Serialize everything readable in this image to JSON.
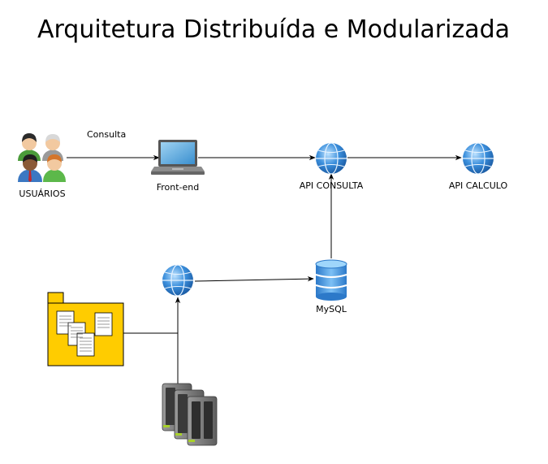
{
  "diagram": {
    "title": "Arquitetura Distribuída e Modularizada",
    "nodes": {
      "users": "USUÁRIOS",
      "frontend": "Front-end",
      "api_consulta": "API CONSULTA",
      "api_calculo": "API CALCULO",
      "mysql": "MySQL"
    },
    "edges": {
      "users_to_frontend": "Consulta"
    }
  },
  "colors": {
    "globe": "#2f7fd0",
    "database": "#3a8ee0",
    "folder": "#ffcc00",
    "server": "#7a7a7a"
  }
}
